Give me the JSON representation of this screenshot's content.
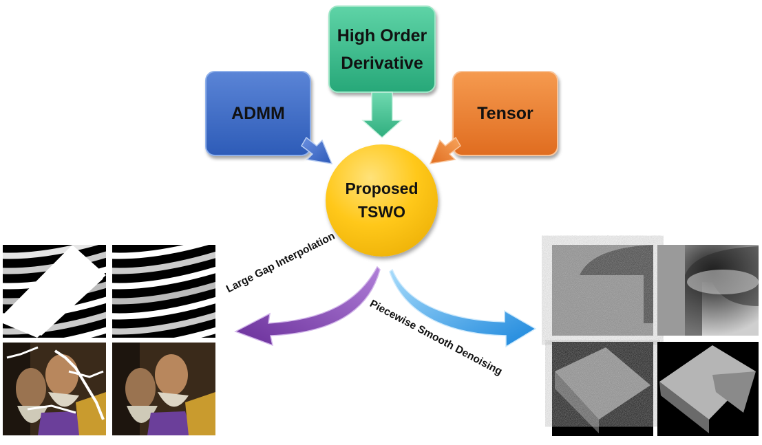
{
  "boxes": {
    "admm": "ADMM",
    "hod_line1": "High Order",
    "hod_line2": "Derivative",
    "tensor": "Tensor"
  },
  "center": {
    "line1": "Proposed",
    "line2": "TSWO"
  },
  "branches": {
    "left": "Large Gap Interpolation",
    "right": "Piecewise Smooth Denoising"
  },
  "colors": {
    "admm": "#3a68c4",
    "hod": "#3cbf8c",
    "tensor": "#ec7a2c",
    "center": "#ffc81a",
    "left_arrow": "#7b3fa8",
    "right_arrow": "#1f8fe0"
  }
}
